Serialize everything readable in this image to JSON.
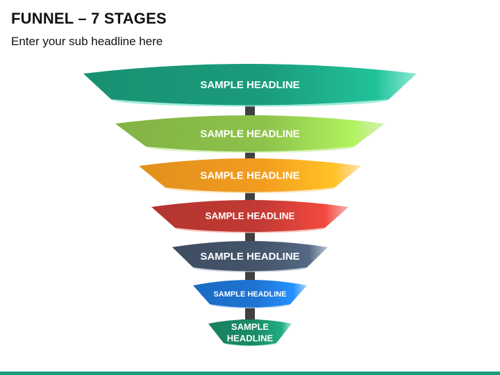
{
  "slide": {
    "title": "FUNNEL – 7 STAGES",
    "subtitle": "Enter your sub headline here"
  },
  "funnel": {
    "stages": [
      {
        "lines": [
          "SAMPLE HEADLINE"
        ],
        "color": "#1a9c7c",
        "light": "#8ee8d4"
      },
      {
        "lines": [
          "SAMPLE HEADLINE"
        ],
        "color": "#8dc24b",
        "light": "#d6efb4"
      },
      {
        "lines": [
          "SAMPLE HEADLINE"
        ],
        "color": "#f39c1f",
        "light": "#fde3b3"
      },
      {
        "lines": [
          "SAMPLE HEADLINE"
        ],
        "color": "#c23a33",
        "light": "#f4b6b1"
      },
      {
        "lines": [
          "SAMPLE HEADLINE"
        ],
        "color": "#44546a",
        "light": "#b8c3d1"
      },
      {
        "lines": [
          "SAMPLE HEADLINE"
        ],
        "color": "#1e74d2",
        "light": "#a8d0f7"
      },
      {
        "lines": [
          "SAMPLE",
          "HEADLINE"
        ],
        "color": "#1a8a67",
        "light": "#a6e6cf"
      }
    ],
    "arrow_color": "#404040"
  }
}
